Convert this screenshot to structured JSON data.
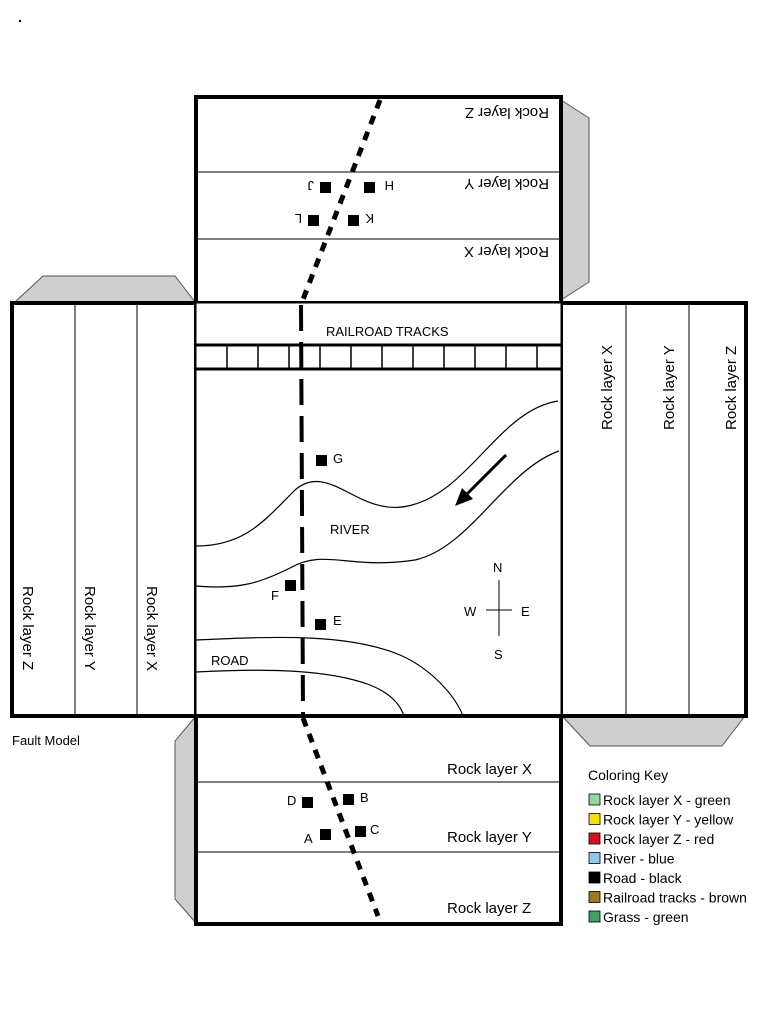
{
  "layers": {
    "x": "Rock layer X",
    "y": "Rock layer Y",
    "z": "Rock layer Z"
  },
  "map": {
    "railroad": "RAILROAD TRACKS",
    "river": "RIVER",
    "road": "ROAD"
  },
  "compass": {
    "n": "N",
    "s": "S",
    "e": "E",
    "w": "W"
  },
  "points": {
    "a": "A",
    "b": "B",
    "c": "C",
    "d": "D",
    "e": "E",
    "f": "F",
    "g": "G",
    "h": "H",
    "j": "J",
    "k": "K",
    "l": "L"
  },
  "model_label": "Fault Model",
  "key": {
    "title": "Coloring Key",
    "items": [
      {
        "label": "Rock layer X - green",
        "color": "#90d8a0"
      },
      {
        "label": "Rock layer Y - yellow",
        "color": "#f2e400"
      },
      {
        "label": "Rock layer Z - red",
        "color": "#d81020"
      },
      {
        "label": "River - blue",
        "color": "#90c8f0"
      },
      {
        "label": "Road - black",
        "color": "#000000"
      },
      {
        "label": "Railroad tracks - brown",
        "color": "#a07820"
      },
      {
        "label": "Grass - green",
        "color": "#40a060"
      }
    ]
  }
}
